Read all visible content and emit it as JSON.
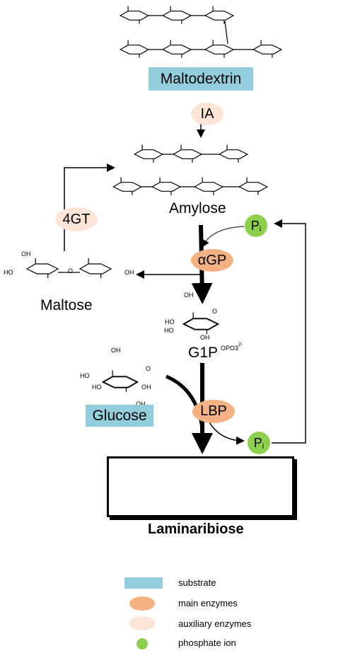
{
  "substrate_top": "Maltodextrin",
  "enzymes": {
    "ia": "IA",
    "gt": "4GT",
    "agp": "αGP",
    "lbp": "LBP"
  },
  "compounds": {
    "amylose": "Amylose",
    "maltose": "Maltose",
    "g1p": "G1P",
    "glucose": "Glucose",
    "laminaribiose": "Laminaribiose"
  },
  "phosphate": {
    "symbol": "P",
    "subscript": "i"
  },
  "legend": [
    {
      "label": "substrate",
      "kind": "box",
      "color": "#92cddc"
    },
    {
      "label": "main enzymes",
      "kind": "oval",
      "color": "#f4b183"
    },
    {
      "label": "auxiliary enzymes",
      "kind": "oval",
      "color": "#fce4d6"
    },
    {
      "label": "phosphate ion",
      "kind": "circle",
      "color": "#8cd04d"
    }
  ],
  "structure_labels": {
    "oh": "OH",
    "ho": "HO",
    "o": "O",
    "opo3": "OPO3",
    "charge": "2-"
  }
}
